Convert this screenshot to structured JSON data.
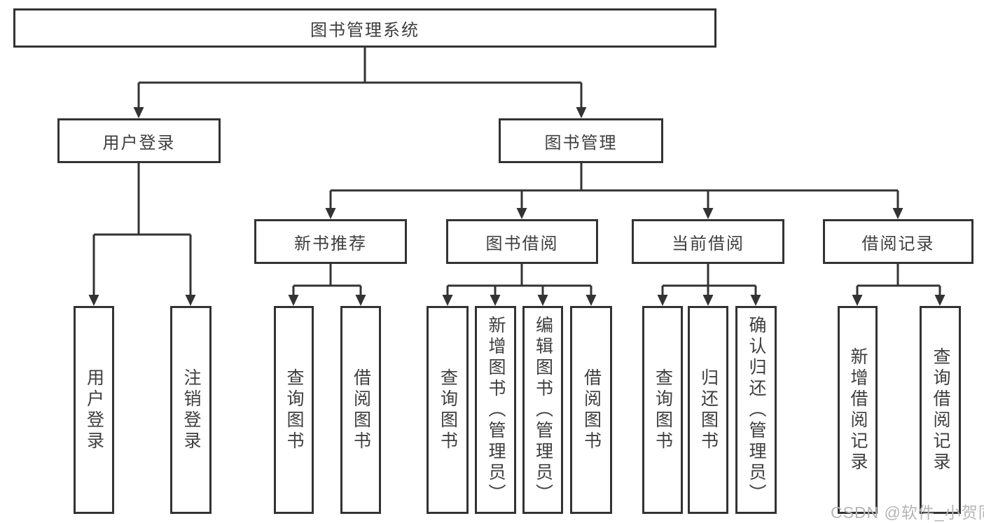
{
  "colors": {
    "line": "#333333",
    "text": "#3e3e3e",
    "watermark": "#b5b5b5",
    "background": "#ffffff"
  },
  "watermark": {
    "text": "CSDN @软件_小贺同学"
  },
  "diagram": {
    "root": {
      "label": "图书管理系统"
    },
    "branches": {
      "user_login": {
        "label": "用户登录",
        "children": [
          "用户登录",
          "注销登录"
        ]
      },
      "book_mgmt": {
        "label": "图书管理"
      },
      "new_books": {
        "label": "新书推荐",
        "children": [
          "查询图书",
          "借阅图书"
        ]
      },
      "book_borrow": {
        "label": "图书借阅",
        "children": [
          "查询图书",
          "新增图书（管理员）",
          "编辑图书（管理员）",
          "借阅图书"
        ]
      },
      "current_borrow": {
        "label": "当前借阅",
        "children": [
          "查询图书",
          "归还图书",
          "确认归还（管理员）"
        ]
      },
      "borrow_records": {
        "label": "借阅记录",
        "children": [
          "新增借阅记录",
          "查询借阅记录"
        ]
      }
    }
  }
}
